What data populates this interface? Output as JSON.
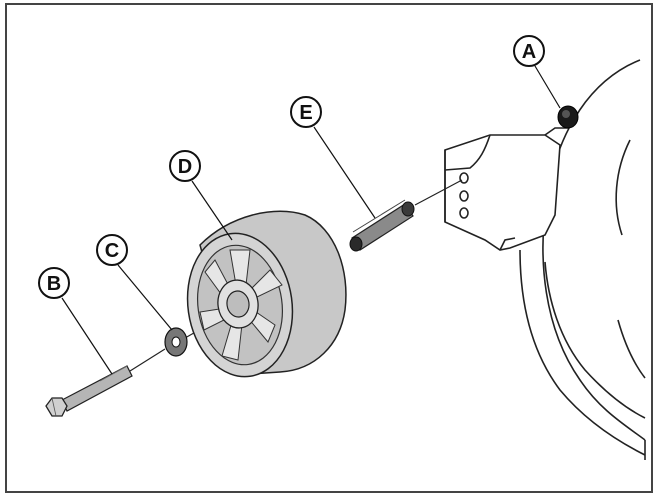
{
  "callouts": {
    "a": "A",
    "b": "B",
    "c": "C",
    "d": "D",
    "e": "E"
  },
  "colors": {
    "frame": "#444444",
    "line": "#222222",
    "wheel_fill": "#c8c8c8",
    "wheel_hub": "#d9d9d9",
    "spacer_fill": "#3a3a3a",
    "nut_fill": "#1a1a1a",
    "bolt_fill": "#b5b5b5"
  }
}
